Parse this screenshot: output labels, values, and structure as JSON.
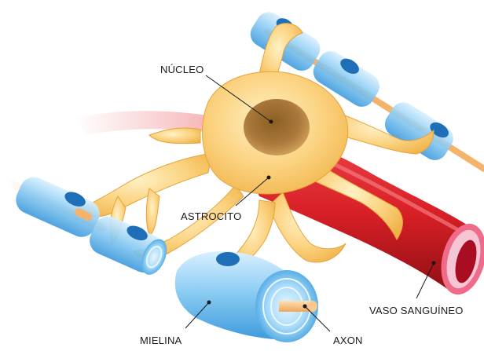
{
  "labels": {
    "nucleus": "NÚCLEO",
    "astrocyte": "ASTROCITO",
    "blood_vessel": "VASO SANGUÍNEO",
    "myelin": "MIELINA",
    "axon": "AXON"
  },
  "colors": {
    "astrocyte": "#f6c25e",
    "astrocyte_light": "#fde3a2",
    "nucleus": "#b8893e",
    "vessel": "#d81f26",
    "vessel_dark": "#8e0f13",
    "vessel_lumen": "#f3b7c8",
    "myelin": "#7fc4ef",
    "myelin_dark": "#2f8fd6",
    "schwann_nucleus": "#1f6fb8",
    "axon": "#f5b26b"
  }
}
